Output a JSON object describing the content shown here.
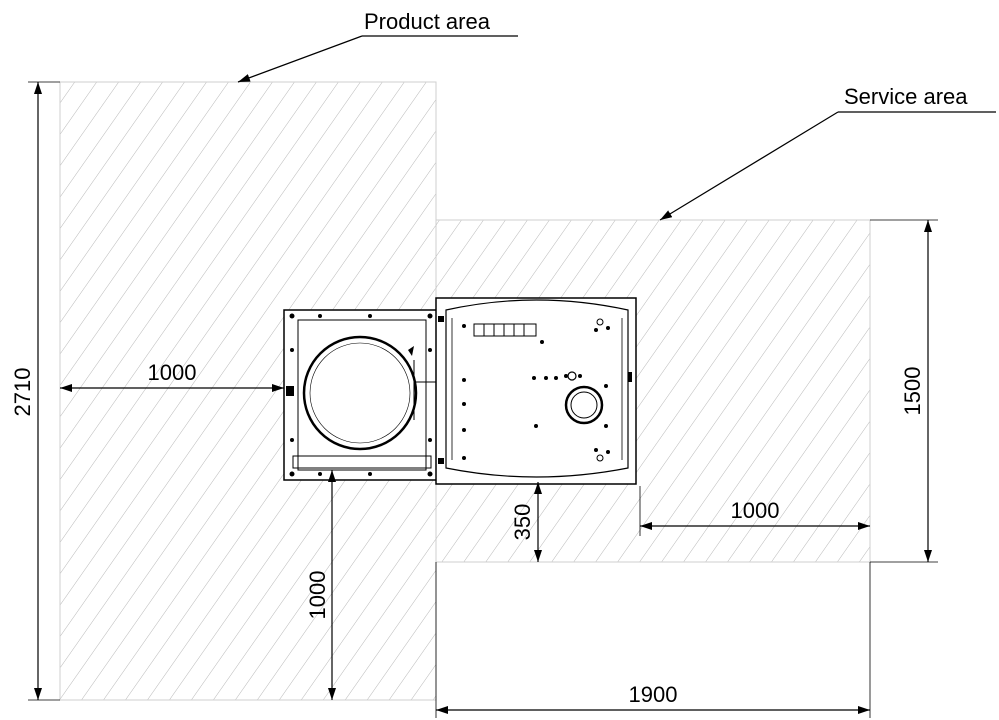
{
  "labels": {
    "product_area": "Product area",
    "service_area": "Service area"
  },
  "dimensions": {
    "total_height": "2710",
    "left_clearance": "1000",
    "bottom_clearance": "1000",
    "front_clearance": "350",
    "right_clearance": "1000",
    "service_depth": "1500",
    "service_width": "1900"
  },
  "colors": {
    "hatch": "#b8b8b8",
    "line": "#000000"
  }
}
